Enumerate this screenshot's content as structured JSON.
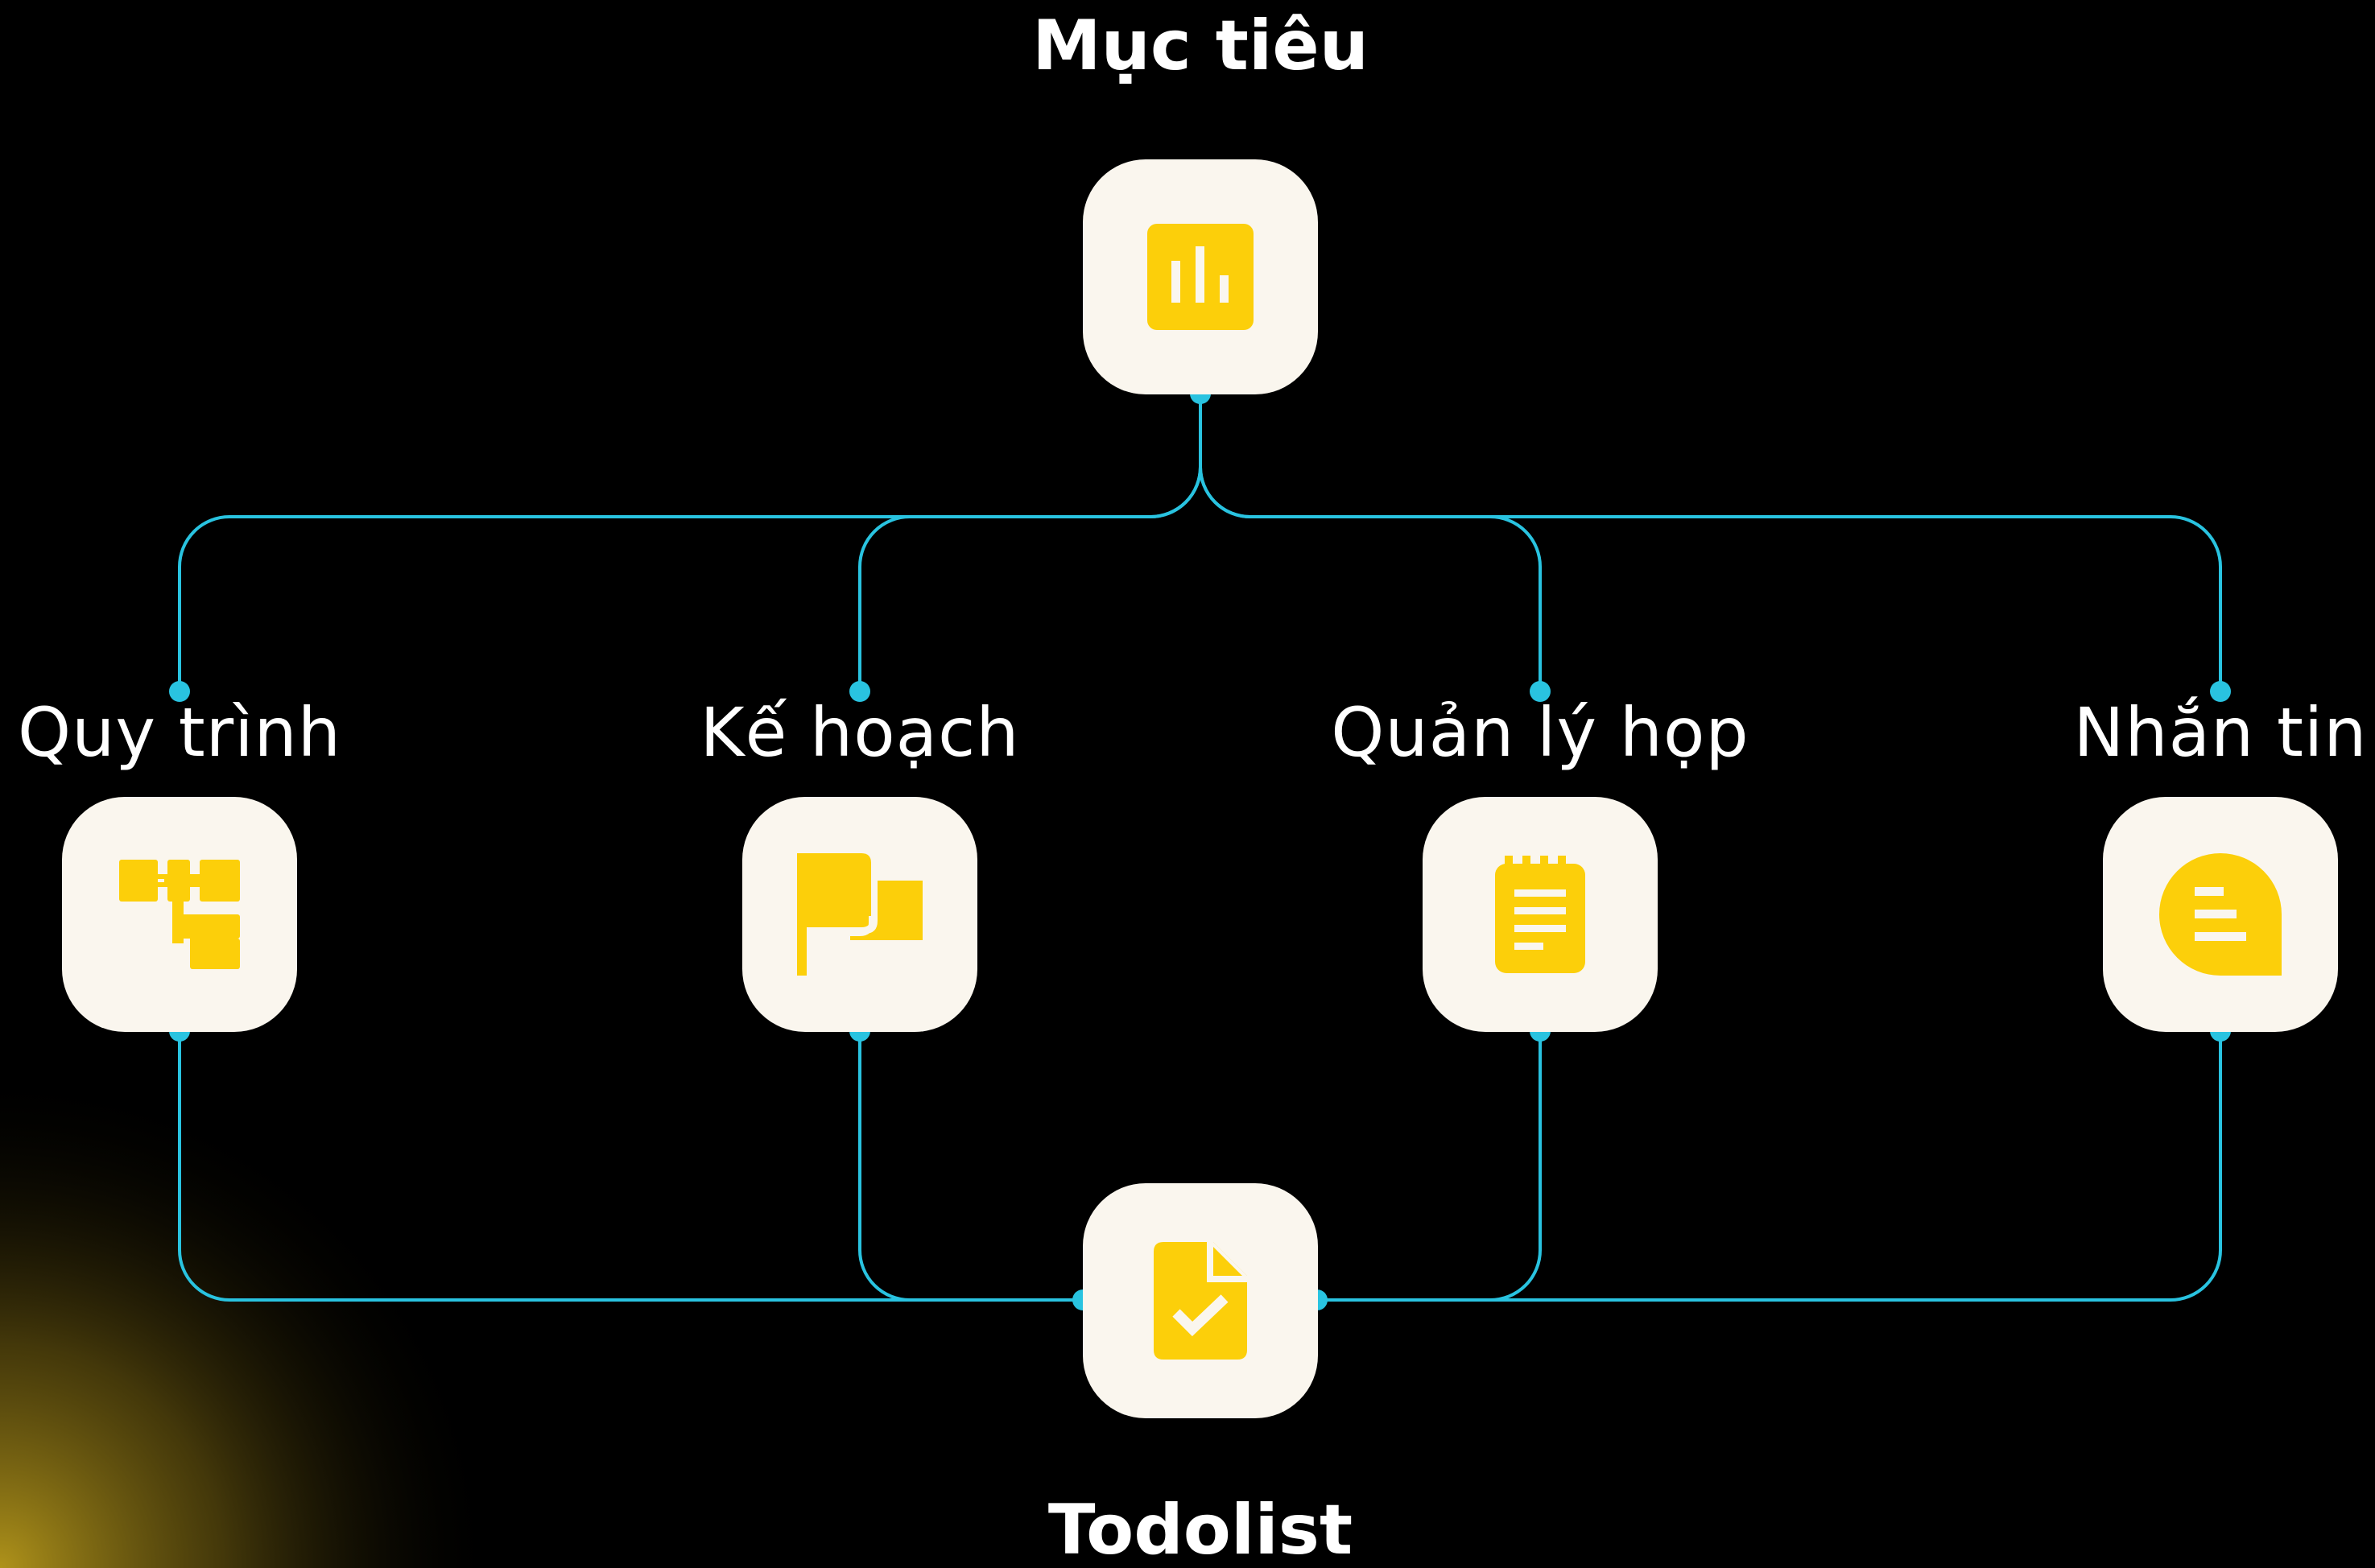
{
  "colors": {
    "background": "#000000",
    "card": "#FAF6EE",
    "icon": "#FCCF0A",
    "connector": "#29C3E0",
    "text": "#FFFFFF",
    "glow": "#B89A1C"
  },
  "nodes": {
    "muc_tieu": {
      "label": "Mục tiêu",
      "icon": "bar-chart-icon"
    },
    "quy_trinh": {
      "label": "Quy trình",
      "icon": "workflow-icon"
    },
    "ke_hoach": {
      "label": "Kế hoạch",
      "icon": "flag-icon"
    },
    "quan_ly_hop": {
      "label": "Quản lý họp",
      "icon": "notepad-icon"
    },
    "nhan_tin": {
      "label": "Nhắn tin",
      "icon": "chat-bubble-icon"
    },
    "todolist": {
      "label": "Todolist",
      "icon": "document-check-icon"
    }
  }
}
